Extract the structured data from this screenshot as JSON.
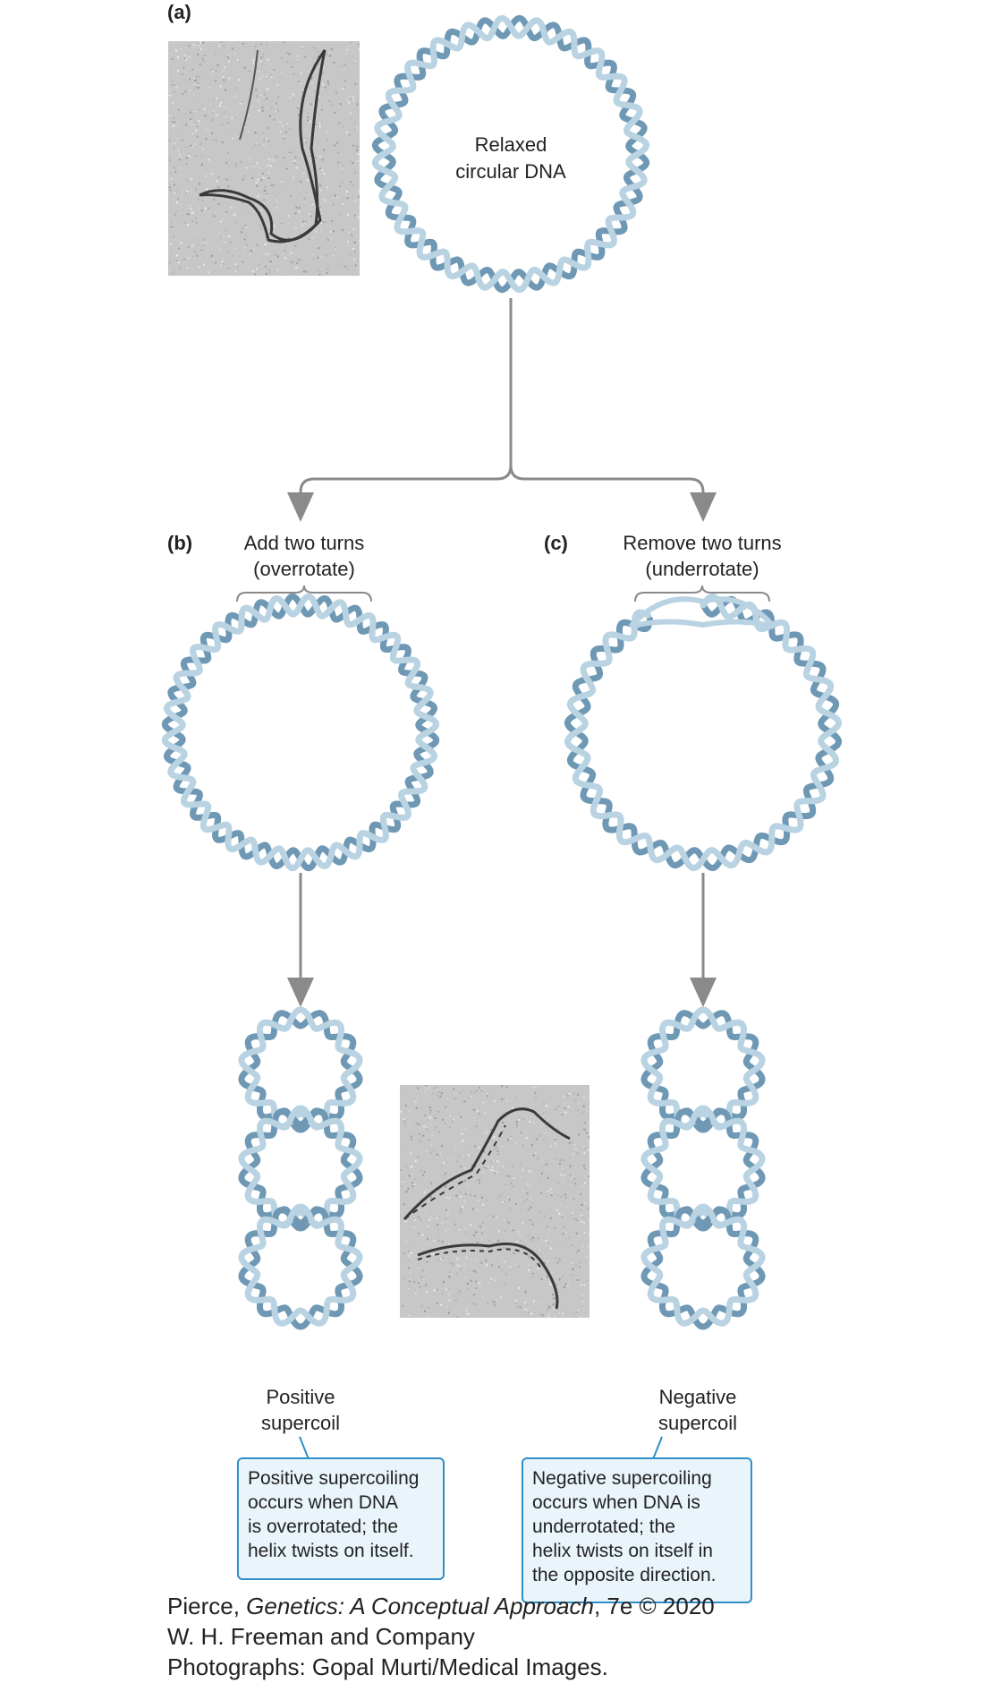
{
  "panels": {
    "a": {
      "letter": "(a)",
      "circle_label_1": "Relaxed",
      "circle_label_2": "circular DNA"
    },
    "b": {
      "letter": "(b)",
      "action_1": "Add two turns",
      "action_2": "(overrotate)",
      "result_1": "Positive",
      "result_2": "supercoil",
      "note": [
        "Positive supercoiling",
        "occurs when DNA",
        "is overrotated; the",
        "helix twists on itself."
      ]
    },
    "c": {
      "letter": "(c)",
      "action_1": "Remove two turns",
      "action_2": "(underrotate)",
      "result_1": "Negative",
      "result_2": "supercoil",
      "note": [
        "Negative supercoiling",
        "occurs when DNA is",
        "underrotated; the",
        "helix twists on itself in",
        "the opposite direction."
      ]
    }
  },
  "credit": {
    "line1_pre": "Pierce, ",
    "line1_title": "Genetics: A Conceptual Approach",
    "line1_post": ", 7e © 2020",
    "line2": "W. H. Freeman and Company",
    "line3": "Photographs: Gopal Murti/Medical Images."
  },
  "colors": {
    "helix_dark": "#6f98b4",
    "helix_light": "#b9d3e2",
    "arrow": "#8a8a8a",
    "callout_border": "#2f8fc6",
    "callout_bg": "#eaf5fb"
  },
  "icons": {
    "arrow": "arrow-down-icon",
    "bracket": "bracket-icon"
  }
}
